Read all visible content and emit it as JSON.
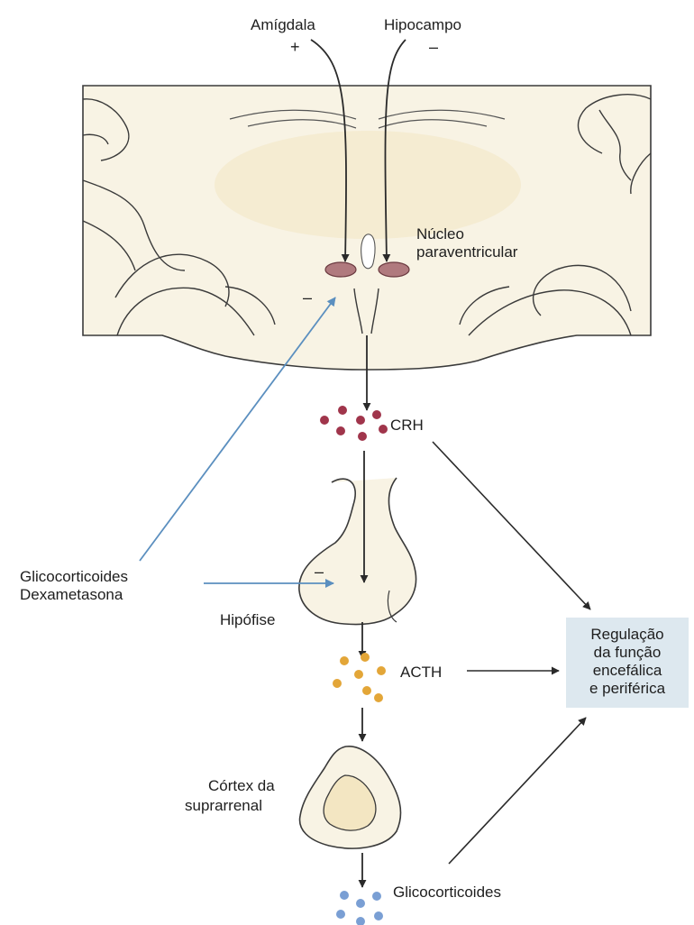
{
  "labels": {
    "amigdala": "Amígdala",
    "hipocampo": "Hipocampo",
    "plus": "+",
    "minus": "–",
    "nucleo_line1": "Núcleo",
    "nucleo_line2": "paraventricular",
    "crh": "CRH",
    "glico_line1": "Glicocorticoides",
    "glico_line2": "Dexametasona",
    "hipofise": "Hipófise",
    "acth": "ACTH",
    "cortex_line1": "Córtex da",
    "cortex_line2": "suprarrenal",
    "glicocorticoides": "Glicocorticoides"
  },
  "regulation_box": {
    "line1": "Regulação",
    "line2": "da função",
    "line3": "encefálica",
    "line4": "e periférica"
  },
  "colors": {
    "arrow": "#2a2a2a",
    "inhibitory_arrow": "#5b8fbf",
    "nucleus": "#b07a7e",
    "crh_dots": "#a0354b",
    "acth_dots": "#e3a638",
    "glucocorticoid_dots": "#7a9fd4",
    "tissue": "#f8f3e4",
    "regulation_box": "#dde8ef"
  }
}
